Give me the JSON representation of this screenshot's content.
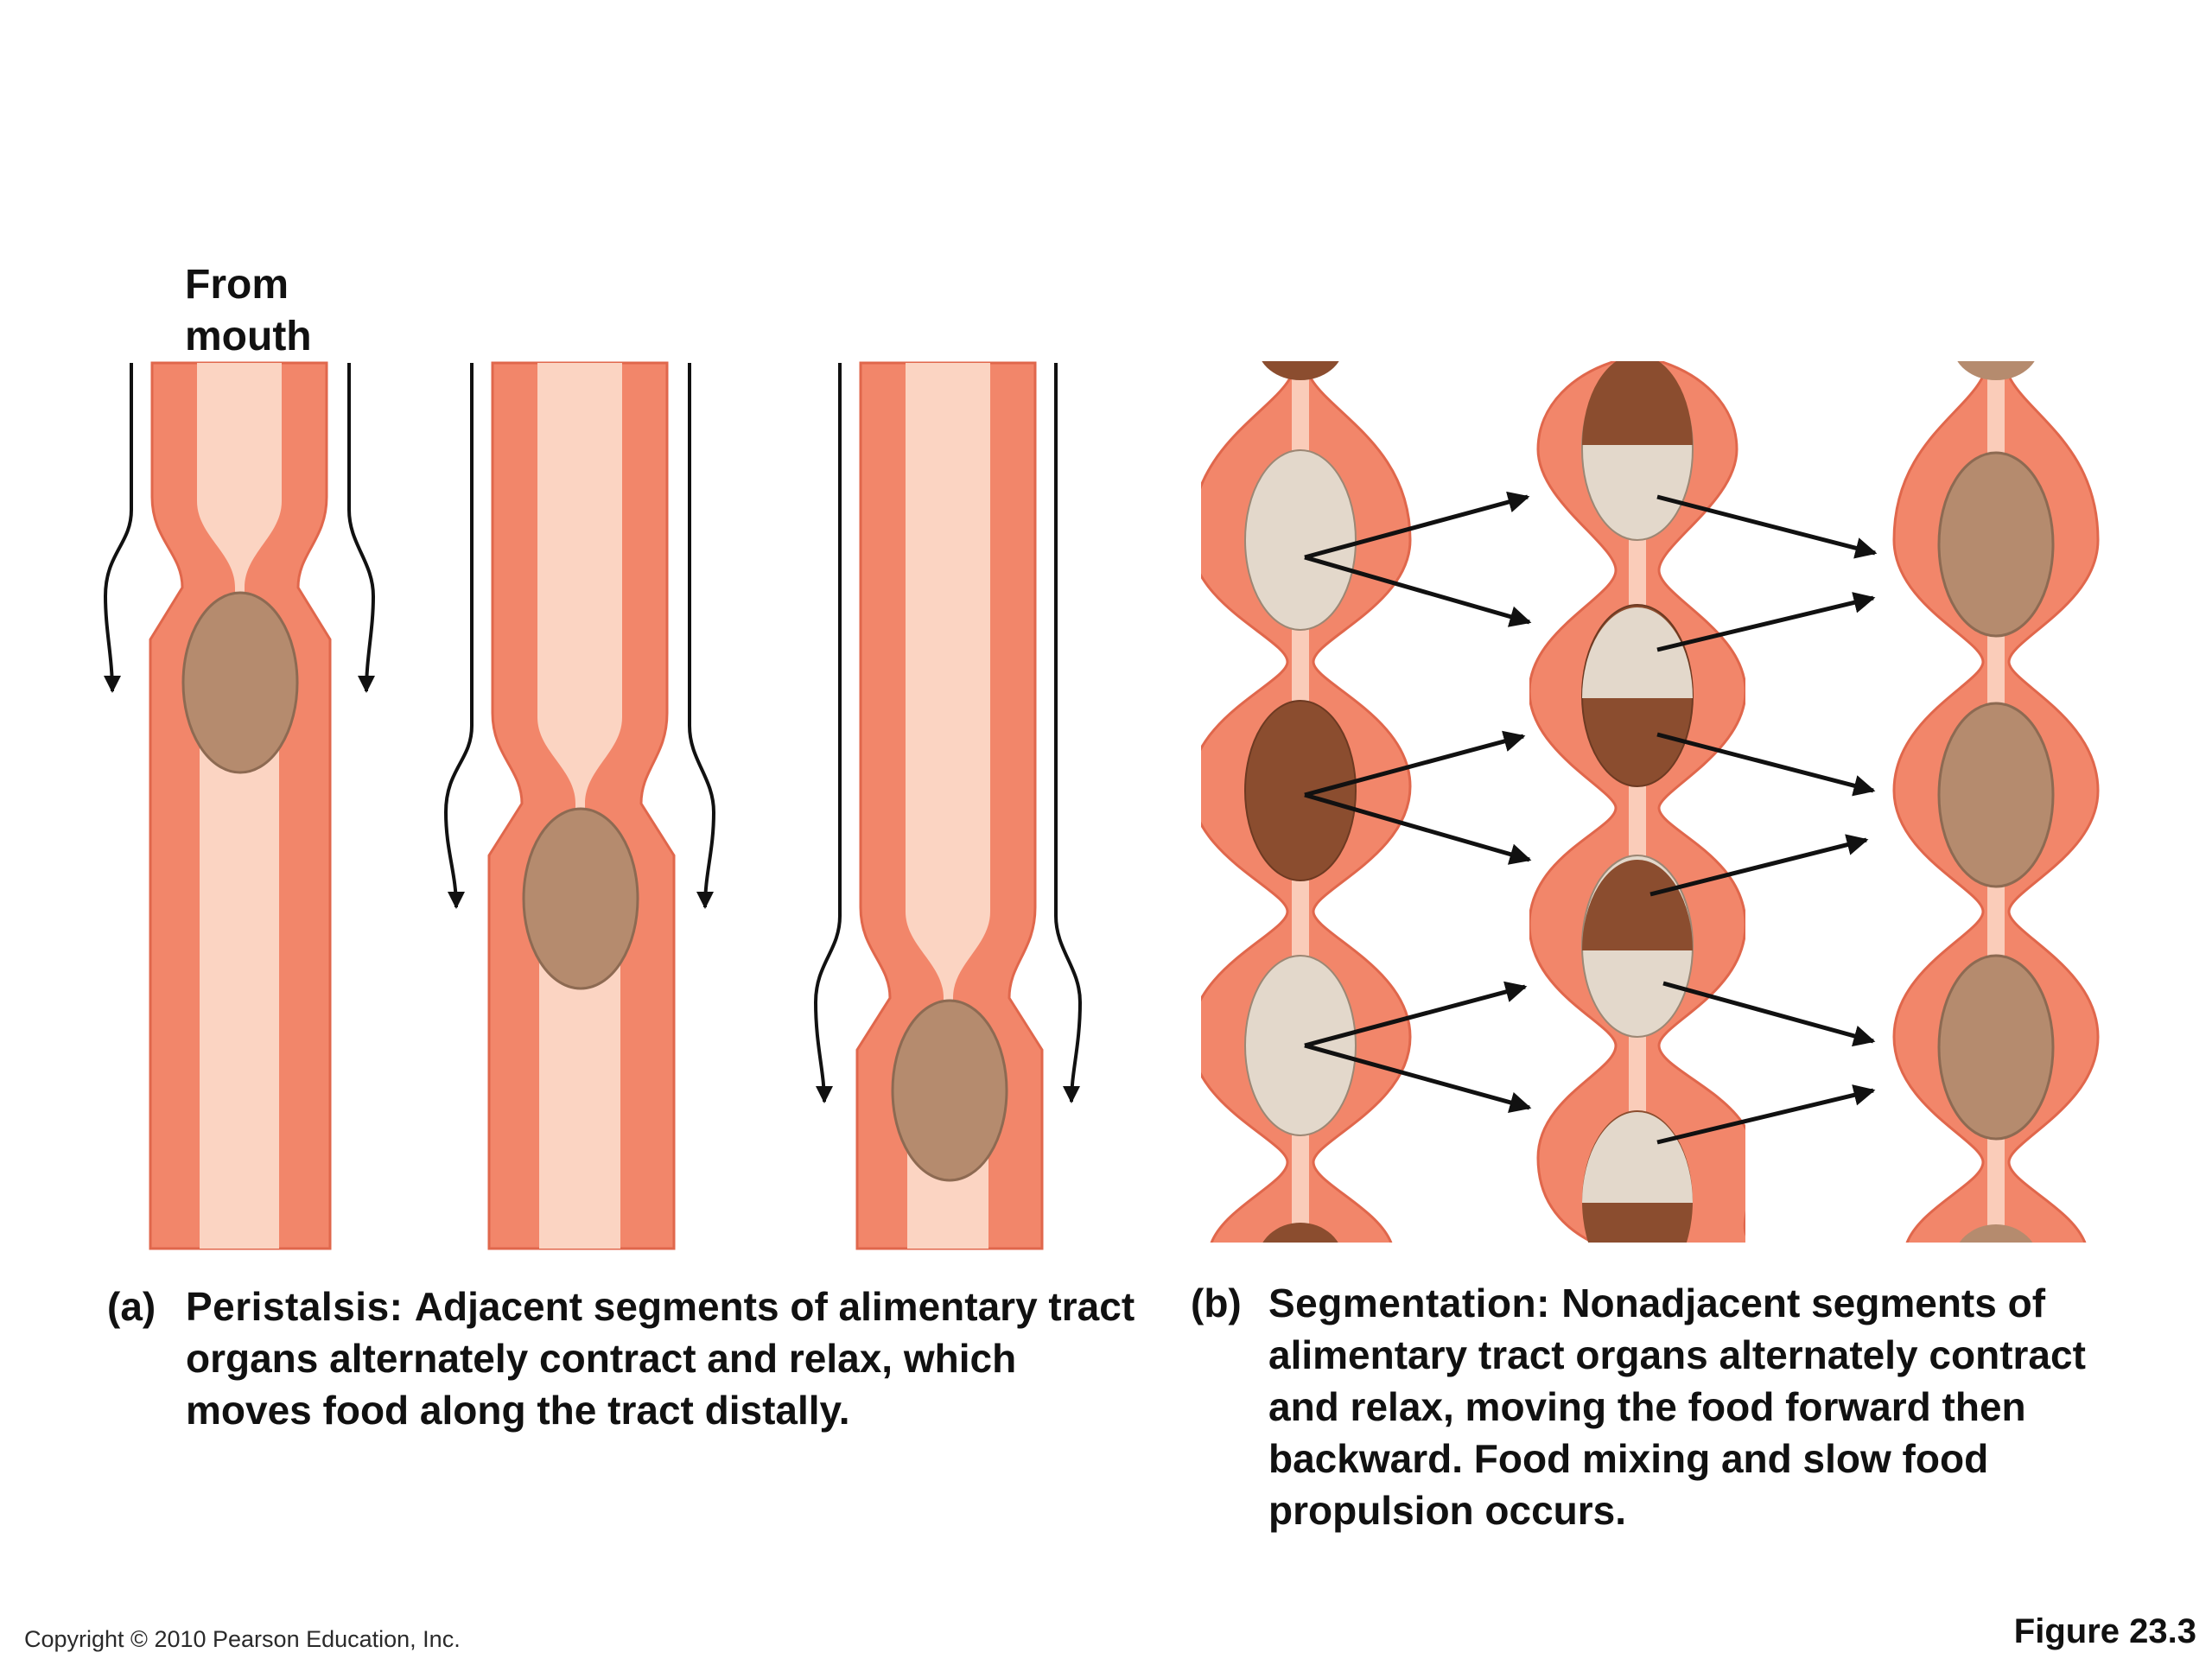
{
  "from_label": [
    "From",
    "mouth"
  ],
  "caption_a": {
    "letter": "(a)",
    "heading": "Peristalsis:",
    "text": "Adjacent segments of alimentary tract organs alternately contract and relax, which moves food along the tract distally."
  },
  "caption_b": {
    "letter": "(b)",
    "heading": "Segmentation:",
    "text": "Nonadjacent segments of alimentary tract organs alternately contract and relax, moving the food forward then backward. Food mixing and slow food propulsion occurs."
  },
  "copyright": "Copyright © 2010 Pearson Education, Inc.",
  "figure_number": "Figure 23.3",
  "colors": {
    "muscle_wall": "#f2866a",
    "wall_edge": "#e0674c",
    "lumen": "#fbd4c2",
    "food_bolus": "#b58b6e",
    "food_dark": "#8b4d2f",
    "food_light": "#e3d8cb",
    "outline": "#111111"
  }
}
